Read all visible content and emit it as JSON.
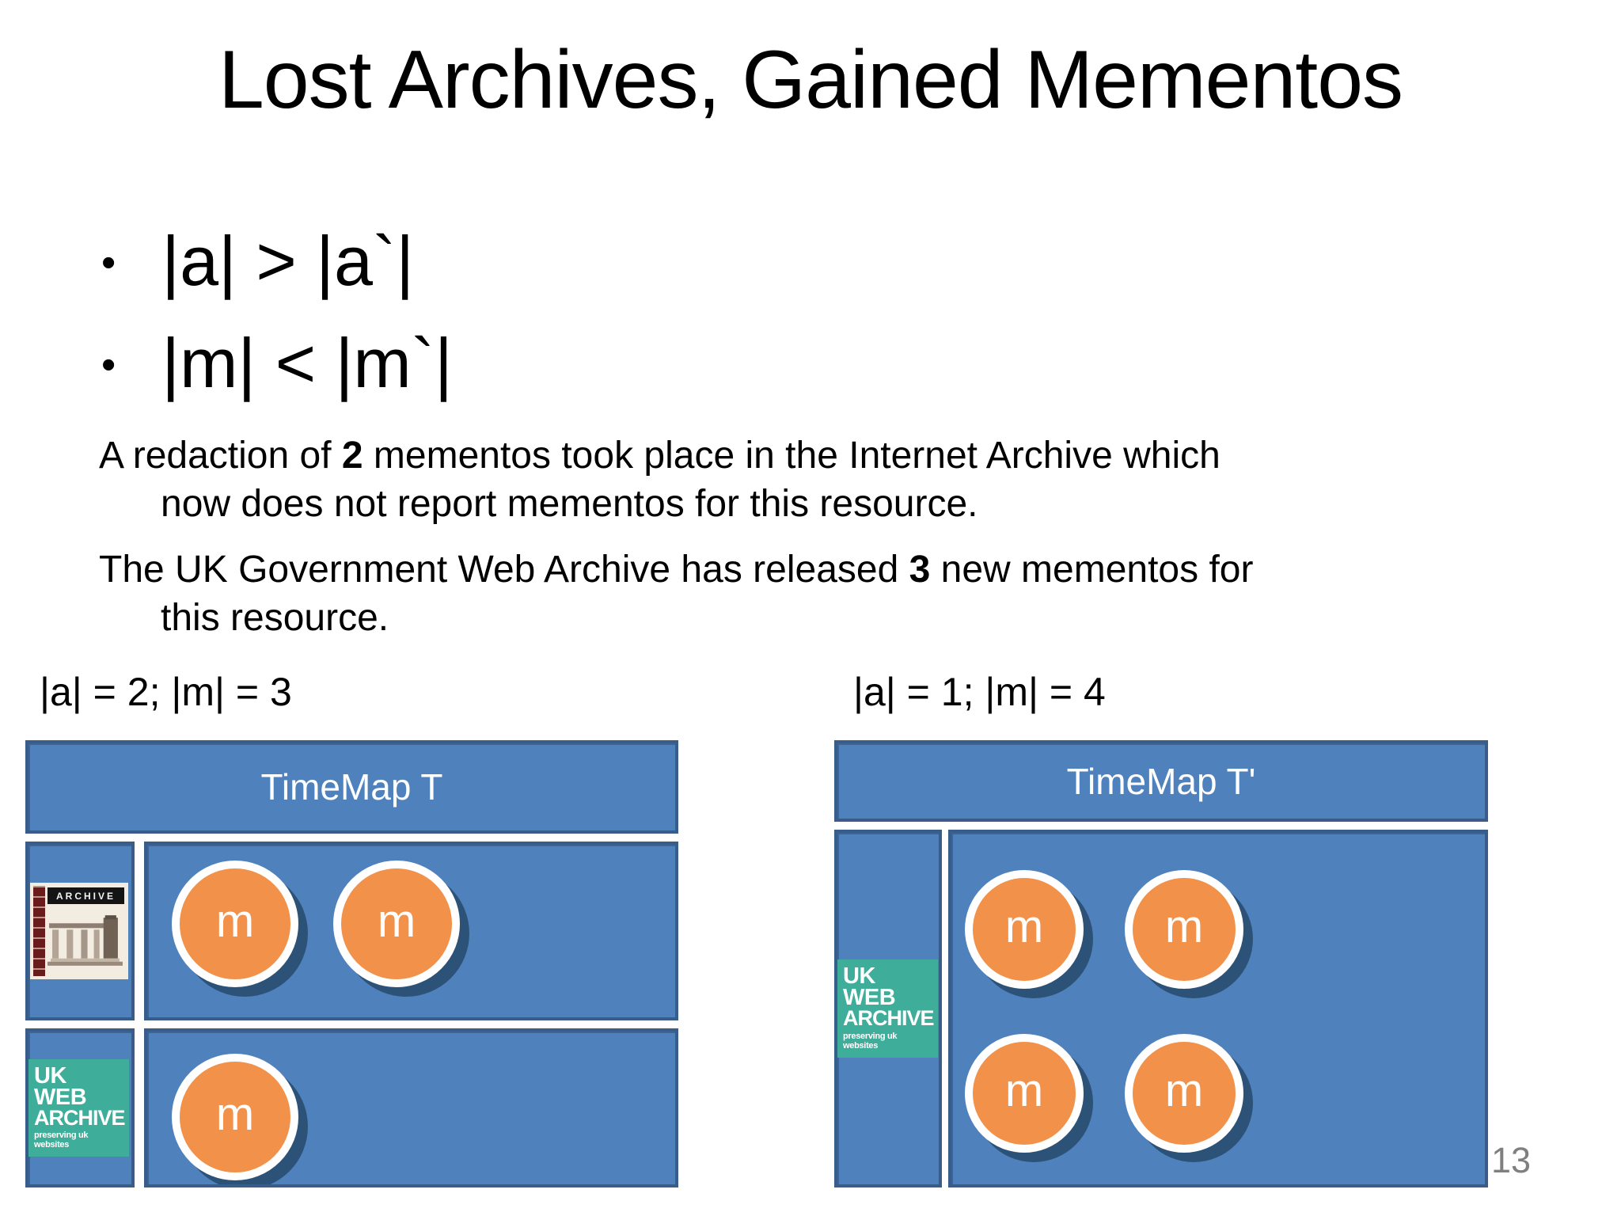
{
  "slide": {
    "title": "Lost Archives, Gained Mementos",
    "bullet_marker": "•",
    "bullets": [
      "|a| > |a`|",
      "|m| < |m`|"
    ],
    "paragraphs": [
      {
        "pre": "A redaction of ",
        "bold": "2",
        "post": " mementos took place in the Internet Archive which",
        "line2": "now does not report mementos for this resource."
      },
      {
        "pre": "The UK Government Web Archive has released ",
        "bold": "3",
        "post": " new mementos for",
        "line2": "this resource."
      }
    ],
    "page_number": "13"
  },
  "memento": {
    "label": "m"
  },
  "logos": {
    "internet_archive": {
      "banner": "ARCHIVE"
    },
    "uk_web_archive": {
      "line1": "UK",
      "line2": "WEB",
      "line3": "ARCHIVE",
      "subtext": "preserving uk websites"
    }
  },
  "left_panel": {
    "caption": "|a| = 2; |m| = 3",
    "header": "TimeMap T",
    "rows": [
      {
        "archive": "Internet Archive",
        "mementos": 2
      },
      {
        "archive": "UK Web Archive",
        "mementos": 1
      }
    ]
  },
  "right_panel": {
    "caption": "|a| = 1; |m| = 4",
    "header": "TimeMap T'",
    "rows": [
      {
        "archive": "UK Web Archive",
        "mementos": 4
      }
    ]
  },
  "colors": {
    "panel_fill": "#4F81BD",
    "panel_border": "#385D8A",
    "memento_fill": "#F2914A",
    "memento_ring": "#FFFFFF",
    "memento_shadow": "#2C5278",
    "ukwa_teal": "#3EAD9A",
    "ia_maroon": "#6A1C1C",
    "page_number_gray": "#7F7F7F"
  }
}
